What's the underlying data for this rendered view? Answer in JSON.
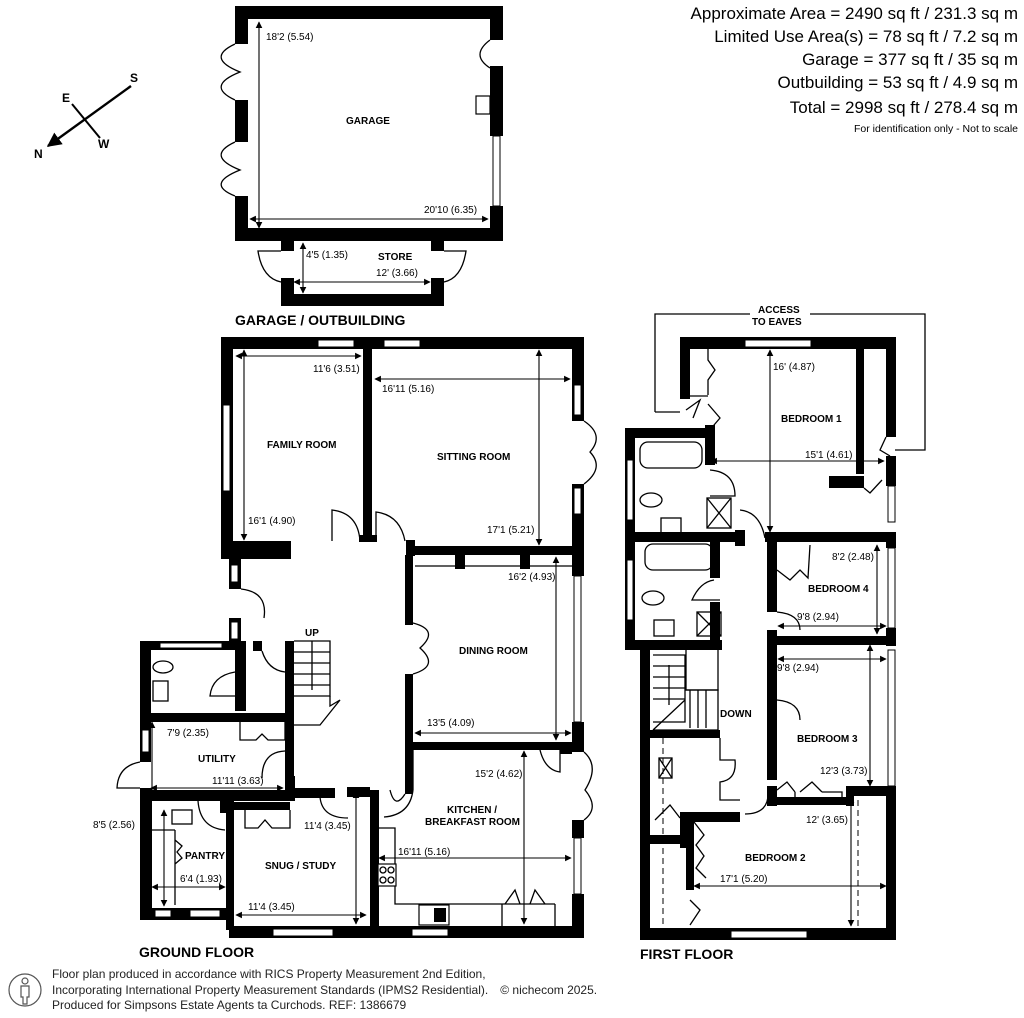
{
  "areas": {
    "approximate": "Approximate Area = 2490 sq ft / 231.3 sq m",
    "limited_use": "Limited Use Area(s) = 78 sq ft / 7.2 sq m",
    "garage": "Garage = 377 sq ft / 35 sq m",
    "outbuilding": "Outbuilding = 53 sq ft / 4.9 sq m",
    "total": "Total = 2998 sq ft / 278.4 sq m",
    "note": "For identification only - Not to scale"
  },
  "compass": {
    "n": "N",
    "s": "S",
    "e": "E",
    "w": "W",
    "icon": "compass-arrow-icon"
  },
  "floors": {
    "garage_outbuilding": {
      "title": "GARAGE / OUTBUILDING",
      "rooms": {
        "garage": {
          "name": "GARAGE",
          "dim_depth": "18'2 (5.54)",
          "dim_width": "20'10 (6.35)"
        },
        "store": {
          "name": "STORE",
          "dim_depth": "4'5 (1.35)",
          "dim_width": "12' (3.66)"
        }
      }
    },
    "ground": {
      "title": "GROUND FLOOR",
      "rooms": {
        "family_room": {
          "name": "FAMILY ROOM",
          "dim_width": "11'6 (3.51)",
          "dim_depth": "16'1 (4.90)"
        },
        "sitting_room": {
          "name": "SITTING ROOM",
          "dim_width": "16'11 (5.16)",
          "dim_depth": "17'1 (5.21)"
        },
        "dining_room": {
          "name": "DINING ROOM",
          "dim_depth": "16'2 (4.93)",
          "dim_width": "13'5 (4.09)"
        },
        "kitchen": {
          "name_line1": "KITCHEN /",
          "name_line2": "BREAKFAST ROOM",
          "dim_depth": "15'2 (4.62)",
          "dim_width": "16'11 (5.16)"
        },
        "utility": {
          "name": "UTILITY",
          "dim_depth": "7'9 (2.35)",
          "dim_width": "11'11 (3.63)"
        },
        "pantry": {
          "name": "PANTRY",
          "dim_depth": "8'5 (2.56)",
          "dim_width": "6'4 (1.93)"
        },
        "snug": {
          "name": "SNUG / STUDY",
          "dim_depth": "11'4 (3.45)",
          "dim_width": "11'4 (3.45)"
        },
        "stairs": {
          "label": "UP"
        }
      }
    },
    "first": {
      "title": "FIRST FLOOR",
      "access_label_line1": "ACCESS",
      "access_label_line2": "TO EAVES",
      "rooms": {
        "bedroom1": {
          "name": "BEDROOM 1",
          "dim_depth": "16' (4.87)",
          "dim_width": "15'1 (4.61)"
        },
        "bedroom4": {
          "name": "BEDROOM 4",
          "dim_depth": "8'2 (2.48)",
          "dim_width": "9'8 (2.94)"
        },
        "bedroom3": {
          "name": "BEDROOM 3",
          "dim_width": "9'8 (2.94)",
          "dim_depth": "12'3 (3.73)"
        },
        "bedroom2": {
          "name": "BEDROOM 2",
          "dim_depth": "12' (3.65)",
          "dim_width": "17'1 (5.20)"
        },
        "stairs": {
          "label": "DOWN"
        }
      }
    }
  },
  "footer": {
    "line1": "Floor plan produced in accordance with RICS Property Measurement 2nd Edition,",
    "line2": "Incorporating International Property Measurement Standards (IPMS2 Residential).",
    "copyright": "© nichecom 2025.",
    "line3": "Produced for Simpsons Estate Agents ta Curchods.   REF: 1386679",
    "icon": "person-icon"
  }
}
